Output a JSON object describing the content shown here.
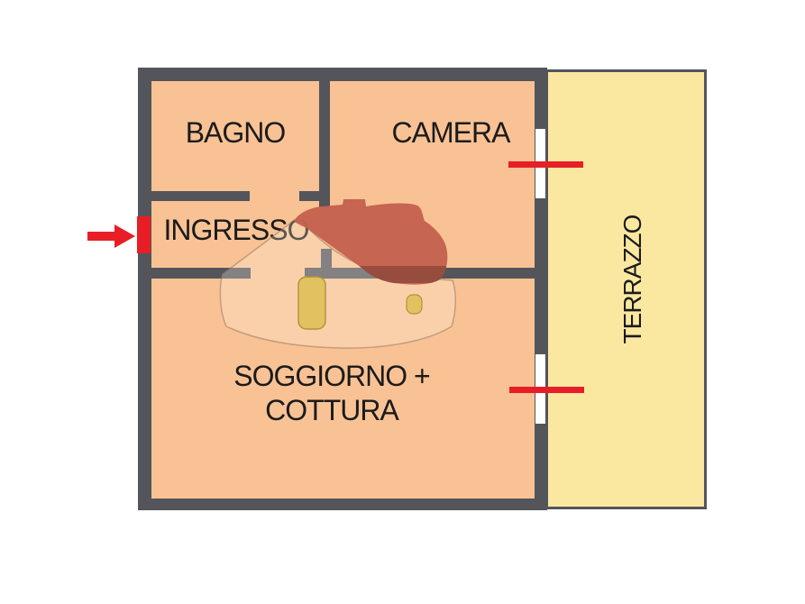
{
  "plan": {
    "rooms": [
      {
        "id": "bagno",
        "label": "BAGNO"
      },
      {
        "id": "camera",
        "label": "CAMERA"
      },
      {
        "id": "ingresso",
        "label": "INGRESSO"
      },
      {
        "id": "soggiorno_cottura",
        "label_line1": "SOGGIORNO +",
        "label_line2": "COTTURA"
      },
      {
        "id": "terrazzo",
        "label": "TERRAZZO"
      }
    ],
    "colors": {
      "room_fill": "#F9C294",
      "terrace_fill": "#FAE8A1",
      "wall": "#54555A",
      "accent_red": "#E81E26",
      "watermark_roof_red": "#C4614E",
      "watermark_dark_red": "#8E4A3C",
      "watermark_yellow": "#E2C25E",
      "label_text": "#1B1B1B",
      "window_white": "#FFFFFF",
      "background": "#FFFFFF"
    },
    "markers": {
      "entrance_arrow_icon": "right-arrow",
      "entrance_door_marker": "red-door-segment",
      "window_marker_count": 2,
      "window_sill_line_count": 2
    }
  }
}
